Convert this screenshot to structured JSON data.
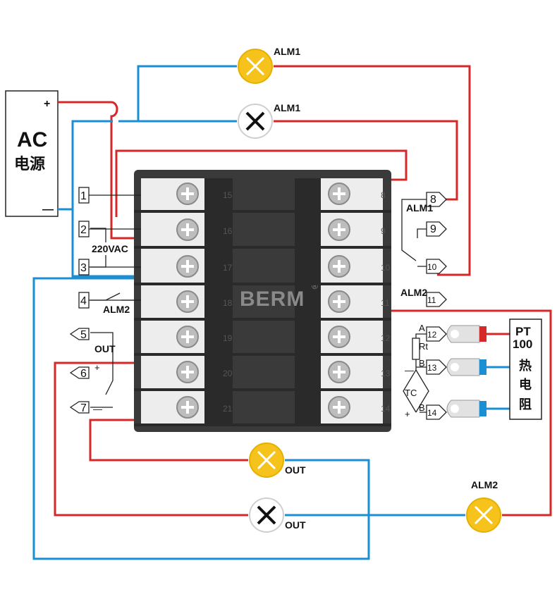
{
  "power_source": {
    "title": "AC",
    "subtitle": "电源",
    "plus": "+",
    "minus": "—"
  },
  "supply_label": "220VAC",
  "brand": "BERM",
  "brand_mark": "®",
  "lamps": [
    {
      "label": "ALM1"
    },
    {
      "label": "ALM1"
    },
    {
      "label": "OUT"
    },
    {
      "label": "OUT"
    },
    {
      "label": "ALM2"
    }
  ],
  "left_terminals": [
    "1",
    "2",
    "3",
    "4",
    "5",
    "6",
    "7"
  ],
  "right_terminals": [
    "8",
    "9",
    "10",
    "11",
    "12",
    "13",
    "14"
  ],
  "inner_left_numbers": [
    "15",
    "16",
    "17",
    "18",
    "19",
    "20",
    "21"
  ],
  "inner_right_numbers": [
    "8",
    "9",
    "10",
    "11",
    "12",
    "13",
    "14"
  ],
  "relay_labels": {
    "alm1": "ALM1",
    "alm2_left": "ALM2",
    "alm2_right": "ALM2",
    "out": "OUT"
  },
  "out_polarity": {
    "plus": "+",
    "minus": "—"
  },
  "sensor_labels": {
    "a": "A",
    "b1": "B",
    "b2": "B",
    "rt": "Rt",
    "tc": "TC",
    "tc_minus": "—",
    "tc_plus": "+"
  },
  "pt100": {
    "line1": "PT",
    "line2": "100",
    "line3": "热",
    "line4": "电",
    "line5": "阻"
  },
  "colors": {
    "red_wire": "#d62828",
    "blue_wire": "#1a8fd4",
    "lamp_on": "#f6c21c",
    "lamp_off": "#ffffff",
    "body": "#3a3a3a",
    "red_plug": "#d62828",
    "blue_plug": "#1a8fd4"
  }
}
